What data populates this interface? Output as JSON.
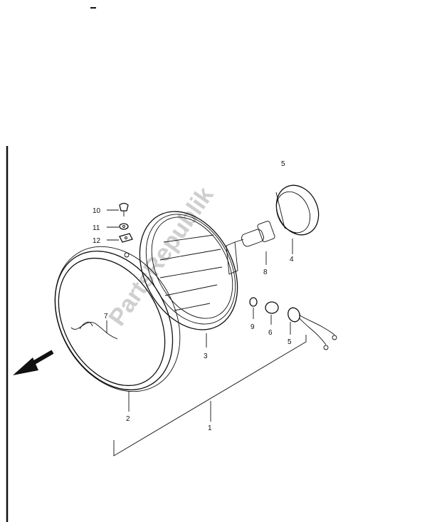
{
  "watermark": "PartsRepublik",
  "callouts": {
    "c1": "1",
    "c2": "2",
    "c3": "3",
    "c4": "4",
    "c5": "5",
    "c6": "6",
    "c7": "7",
    "c8": "8",
    "c9": "9",
    "c10": "10",
    "c11": "11",
    "c12": "12"
  },
  "parts": [
    {
      "id": "1",
      "name": "headlamp-assembly"
    },
    {
      "id": "2",
      "name": "headlamp-rim"
    },
    {
      "id": "3",
      "name": "lens-unit"
    },
    {
      "id": "4",
      "name": "bulb-socket-cover"
    },
    {
      "id": "5",
      "name": "pilot-socket"
    },
    {
      "id": "6",
      "name": "pilot-bulb"
    },
    {
      "id": "7",
      "name": "spring-clip"
    },
    {
      "id": "8",
      "name": "headlamp-bulb"
    },
    {
      "id": "9",
      "name": "pilot-bulb-small"
    },
    {
      "id": "10",
      "name": "screw"
    },
    {
      "id": "11",
      "name": "washer"
    },
    {
      "id": "12",
      "name": "nut"
    }
  ]
}
